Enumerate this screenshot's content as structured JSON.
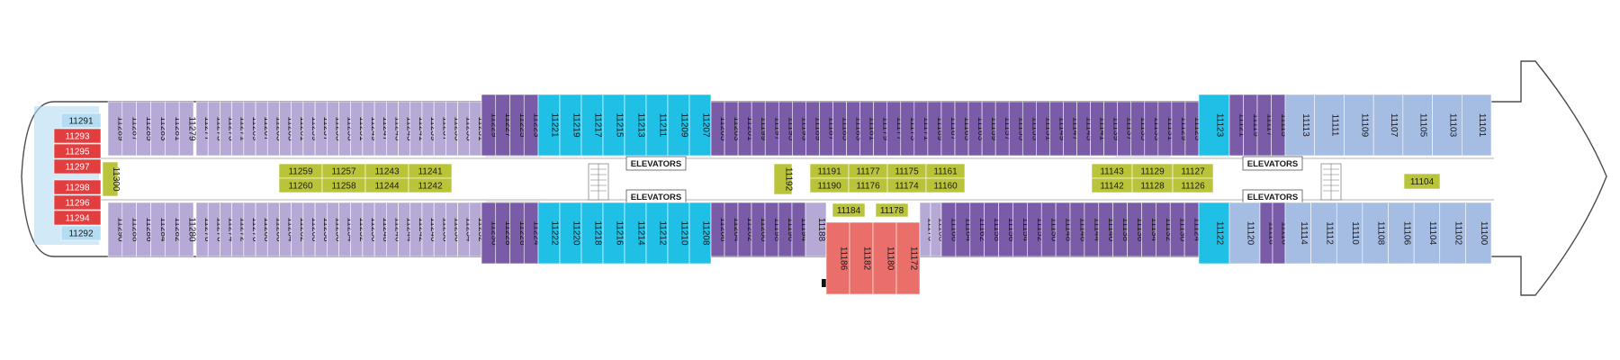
{
  "colors": {
    "lavender": "#b7a9d6",
    "purple": "#7a5ba8",
    "cyan": "#1fbfe6",
    "blue": "#a5bce3",
    "olive": "#b9c43b",
    "red": "#e23d3f",
    "salmon": "#ea6e6a",
    "sky": "#b4dcf2"
  },
  "elevators": [
    "ELEVATORS",
    "ELEVATORS",
    "ELEVATORS",
    "ELEVATORS"
  ],
  "fwd_cabins_top": [
    "11291",
    "11293",
    "11295",
    "11297"
  ],
  "fwd_cabins_bottom": [
    "11298",
    "11296",
    "11294",
    "11292"
  ],
  "starboard_top": {
    "lavender_a": [
      "11289",
      "11287",
      "11285",
      "11283",
      "11281",
      "11279"
    ],
    "lavender_b": [
      "11277",
      "11275",
      "11273",
      "11271",
      "11269",
      "11267",
      "11265",
      "11263",
      "11261",
      "11259",
      "11257",
      "11255",
      "11253",
      "11251",
      "11249",
      "11247",
      "11245",
      "11243",
      "11241",
      "11239",
      "11237",
      "11235",
      "11233",
      "11231"
    ],
    "purple_a": [
      "11229",
      "11227",
      "11225",
      "11223"
    ],
    "cyan_a": [
      "11221",
      "11219",
      "11217",
      "11215",
      "11213",
      "11211",
      "11209",
      "11207"
    ],
    "purple_b": [
      "11205",
      "11203",
      "11201",
      "11199",
      "11197",
      "11195",
      "11193",
      "11189",
      "11187",
      "11185",
      "11183",
      "11181",
      "11179",
      "11177",
      "11173",
      "11171",
      "11169",
      "11167",
      "11165",
      "11163",
      "11159",
      "11157",
      "11155",
      "11153",
      "11151",
      "11149",
      "11147",
      "11145",
      "11141",
      "11139",
      "11137",
      "11135",
      "11133",
      "11131",
      "11129",
      "11125"
    ],
    "cyan_b": [
      "11123"
    ],
    "purple_c": [
      "11121",
      "11119",
      "11117",
      "11115"
    ],
    "blue": [
      "11113",
      "11111",
      "11109",
      "11107",
      "11105",
      "11103",
      "11101"
    ]
  },
  "port_bottom": {
    "lavender_a": [
      "11290",
      "11288",
      "11286",
      "11284",
      "11282",
      "11280"
    ],
    "lavender_b": [
      "11278",
      "11276",
      "11274",
      "11272",
      "11270",
      "11268",
      "11266",
      "11264",
      "11262",
      "11260",
      "11258",
      "11256",
      "11254",
      "11252",
      "11250",
      "11248",
      "11246",
      "11244",
      "11242",
      "11240",
      "11238",
      "11236",
      "11234",
      "11232"
    ],
    "purple_a": [
      "11230",
      "11228",
      "11226",
      "11224"
    ],
    "cyan_a": [
      "11222",
      "11220",
      "11218",
      "11216",
      "11214",
      "11212",
      "11210",
      "11208"
    ],
    "purple_b": [
      "11206",
      "11204",
      "11202",
      "11200",
      "11198",
      "11196",
      "11194"
    ],
    "lavender_c": [
      "11188"
    ],
    "salmon": [
      "11186",
      "11182",
      "11180",
      "11172"
    ],
    "lavender_d": [
      "11170",
      "11168"
    ],
    "purple_c": [
      "11166",
      "11164",
      "11162",
      "11158",
      "11156",
      "11154",
      "11152",
      "11150",
      "11148",
      "11146",
      "11144",
      "11140",
      "11138",
      "11136",
      "11134",
      "11132",
      "11130",
      "11124"
    ],
    "cyan_b": [
      "11122"
    ],
    "blue_a": [
      "11120"
    ],
    "purple_d": [
      "11118",
      "11116"
    ],
    "blue_b": [
      "11114",
      "11112",
      "11110",
      "11108",
      "11106",
      "11104",
      "11102",
      "11100"
    ]
  },
  "inner_cabins": {
    "block_a_top": [
      "11259",
      "11257",
      "11243",
      "11241"
    ],
    "block_a_bottom": [
      "11260",
      "11258",
      "11244",
      "11242"
    ],
    "single_1300": "11300",
    "single_1192": "11192",
    "block_b_top": [
      "11191",
      "11177",
      "11175",
      "11161"
    ],
    "block_b_bottom": [
      "11190",
      "11176",
      "11174",
      "11160"
    ],
    "block_c_top": [
      "11143",
      "11129",
      "11127"
    ],
    "block_c_bottom": [
      "11142",
      "11128",
      "11126"
    ],
    "block_d": [
      "11184",
      "11178"
    ],
    "single_1104": "11104"
  }
}
